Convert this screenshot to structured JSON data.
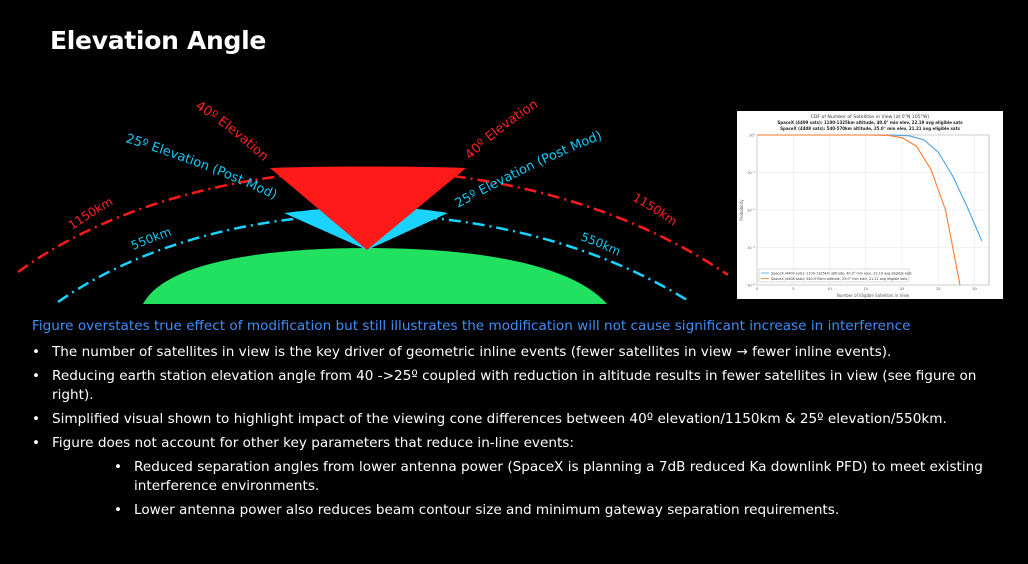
{
  "slide": {
    "title": "Elevation Angle",
    "caption": "Figure overstates true effect of modification but still illustrates the modification will not cause significant increase in interference",
    "bullets": [
      "The number of satellites in view is the key driver of geometric inline events (fewer satellites in view → fewer inline events).",
      "Reducing earth station elevation angle from 40 ->25º coupled with reduction in altitude results in fewer satellites in view (see figure on right).",
      "Simplified visual shown to highlight impact of the viewing cone differences between 40º elevation/1150km & 25º elevation/550km.",
      "Figure does not account for other key parameters that reduce in-line events:"
    ],
    "sub_bullets": [
      "Reduced separation angles from lower antenna power (SpaceX is planning a 7dB reduced Ka downlink PFD) to meet existing interference environments.",
      "Lower antenna power also reduces beam contour size and minimum gateway separation requirements."
    ]
  },
  "diagram": {
    "label_40_left": "40º Elevation",
    "label_40_right": "40º Elevation",
    "label_25_left": "25º Elevation (Post Mod)",
    "label_25_right": "25º Elevation (Post Mod)",
    "orbit_high_left": "1150km",
    "orbit_high_right": "1150km",
    "orbit_low_left": "550km",
    "orbit_low_right": "550km",
    "colors": {
      "red": "#ff1a1a",
      "cyan": "#1ad4ff",
      "green": "#22e060",
      "blue_text": "#3e8ef7"
    }
  },
  "inset_chart": {
    "title_lines": [
      "CDF of Number of Satellites in View (at 0°N 105°W)",
      "SpaceX (4409 sats): 1100-1325km altitude, 40.0° min elev, 22.19 avg eligible sats",
      "SpaceX (4408 sats): 540-570km altitude, 25.0° min elev, 21.21 avg eligible sats"
    ],
    "xlabel": "Number of Eligible Satellites in View",
    "ylabel": "Probability",
    "x_ticks": [
      "0",
      "5",
      "10",
      "15",
      "20",
      "25",
      "30"
    ],
    "y_ticks": [
      "10⁰",
      "10⁻¹",
      "10⁻²",
      "10⁻³",
      "10⁻⁴"
    ],
    "legend": [
      "SpaceX (4409 sats): 1100-1325km altitude, 40.0° min elev, 22.19 avg eligible sats",
      "SpaceX (4408 sats): 540-570km altitude, 25.0° min elev, 21.21 avg eligible sats"
    ]
  },
  "chart_data": {
    "type": "line",
    "title": "CDF of Number of Satellites in View (at 0°N 105°W)",
    "xlabel": "Number of Eligible Satellites in View",
    "ylabel": "Probability",
    "xlim": [
      0,
      32
    ],
    "ylim": [
      0.0001,
      1
    ],
    "y_scale": "log",
    "grid": true,
    "legend_position": "bottom-left",
    "series": [
      {
        "name": "SpaceX (4409 sats): 1100-1325km altitude, 40.0° min elev, 22.19 avg eligible sats",
        "color": "#4aa3e0",
        "x": [
          0,
          15,
          19,
          21,
          23,
          25,
          27,
          29,
          31
        ],
        "y": [
          1,
          1,
          0.99,
          0.95,
          0.75,
          0.35,
          0.08,
          0.012,
          0.0015
        ]
      },
      {
        "name": "SpaceX (4408 sats): 540-570km altitude, 25.0° min elev, 21.21 avg eligible sats",
        "color": "#ff7a2a",
        "x": [
          0,
          15,
          18,
          20,
          22,
          24,
          26,
          27,
          28
        ],
        "y": [
          1,
          1,
          0.98,
          0.85,
          0.5,
          0.12,
          0.01,
          0.001,
          0.0001
        ]
      }
    ]
  }
}
